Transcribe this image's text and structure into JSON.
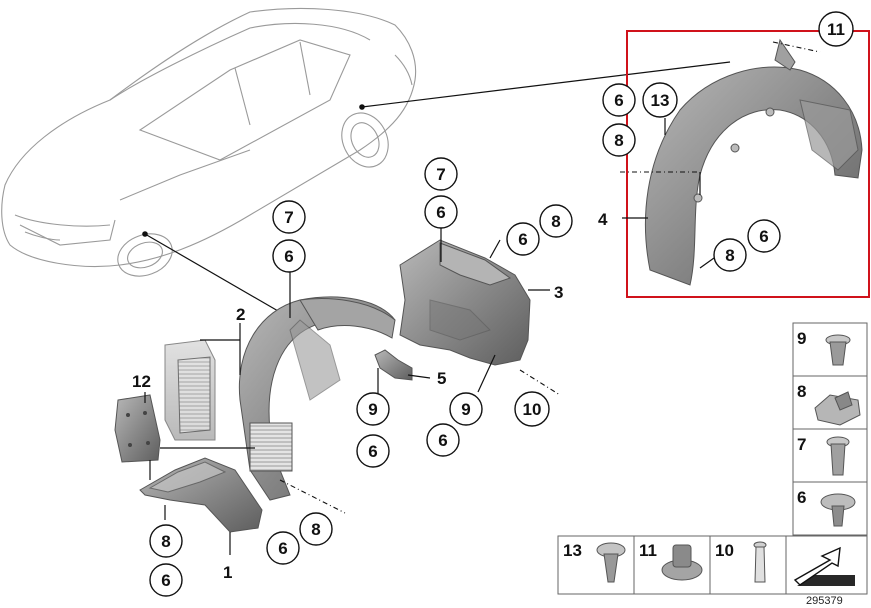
{
  "reference_code": "295379",
  "highlight_color": "#d0121b",
  "part_color": "#8e8e8e",
  "callouts": {
    "p1": "1",
    "p2": "2",
    "p3": "3",
    "p4": "4",
    "p5": "5",
    "p6": "6",
    "p7": "7",
    "p8": "8",
    "p9": "9",
    "p10": "10",
    "p11": "11",
    "p12": "12",
    "p13": "13"
  },
  "legend_right": [
    "9",
    "8",
    "7",
    "6"
  ],
  "legend_bottom": [
    "13",
    "11",
    "10"
  ]
}
